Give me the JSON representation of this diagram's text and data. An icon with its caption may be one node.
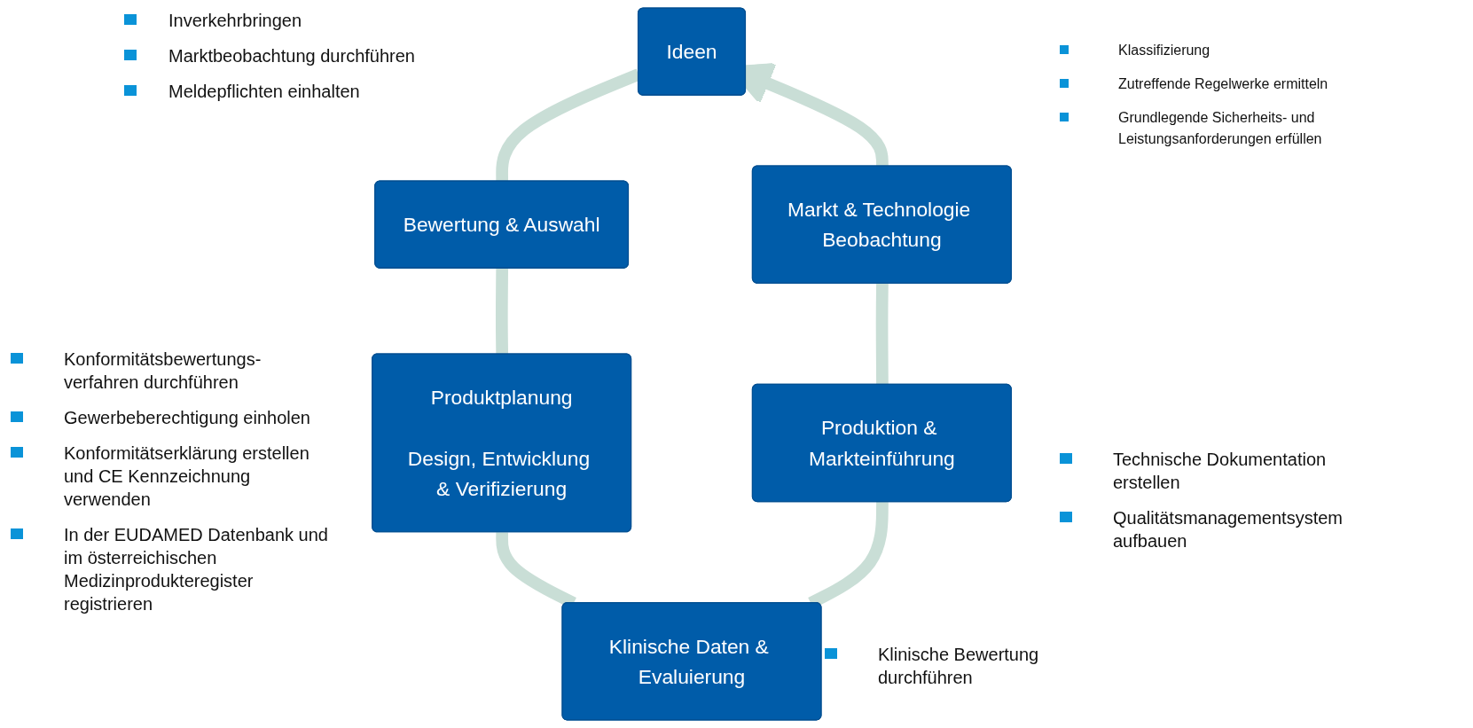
{
  "diagram": {
    "nodes": [
      {
        "text": [
          "Ideen"
        ]
      },
      {
        "text": [
          "Bewertung & Auswahl"
        ]
      },
      {
        "text": [
          "Produktplanung",
          "Design, Entwicklung & Verifizierung"
        ]
      },
      {
        "text": [
          "Klinische Daten & Evaluierung"
        ]
      },
      {
        "text": [
          "Produktion & Markteinführung"
        ]
      },
      {
        "text": [
          "Markt & Technologie Beobachtung"
        ]
      }
    ],
    "edges": [
      {
        "from": 1,
        "to": 0,
        "arrow": "none"
      },
      {
        "from": 2,
        "to": 1,
        "arrow": "none"
      },
      {
        "from": 3,
        "to": 2,
        "arrow": "none"
      },
      {
        "from": 3,
        "to": 4,
        "arrow": "none"
      },
      {
        "from": 4,
        "to": 5,
        "arrow": "none"
      },
      {
        "from": 5,
        "to": 0,
        "arrow": "to"
      }
    ],
    "labels": [
      "Inverkehrbringen",
      "Marktbeobachtung durchführen",
      "Meldepflichten einhalten",
      "Klassifizierung",
      "Zutreffende Regelwerke ermitteln",
      "Grundlegende Sicherheits- und Leistungsanforderungen erfüllen",
      "Konformitätsbewertungs-verfahren durchführen",
      "Gewerbeberechtigung einholen",
      "Konformitätserklärung erstellen und CE Kennzeichnung verwenden",
      "In der EUDAMED Datenbank und im österreichischen Medizinprodukteregister registrieren",
      "Technische Dokumentation erstellen",
      "Qualitätsmanagementsystem aufbauen",
      "Klinische Bewertung durchführen"
    ]
  }
}
